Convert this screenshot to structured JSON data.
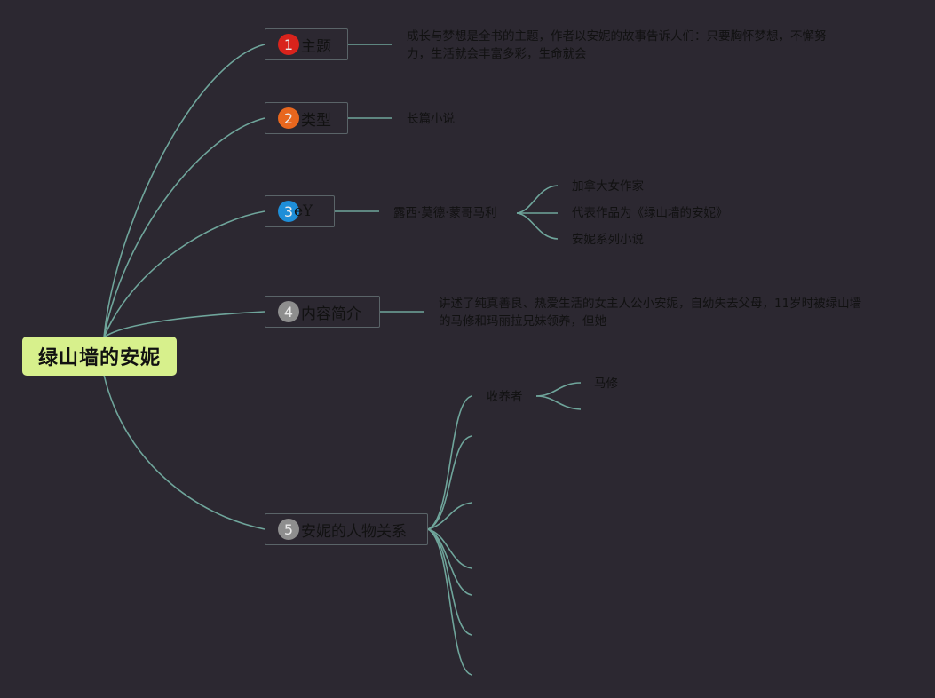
{
  "colors": {
    "background": "#2c2831",
    "root_fill": "#d7f08c",
    "link": "#6fa59b",
    "node_border": "#5a6468",
    "badge_1": "#d9231c",
    "badge_2": "#e8671e",
    "badge_3": "#1e8ed8",
    "badge_4": "#8e8e8e",
    "badge_5": "#8e8e8e"
  },
  "root": {
    "label": "绿山墙的安妮"
  },
  "branches": [
    {
      "num": "1",
      "label": "主题",
      "details": [
        "成长与梦想是全书的主题，作者以安妮的故事告诉人们：只要胸怀梦想，不懈努",
        "力，生活就会丰富多彩，生命就会"
      ]
    },
    {
      "num": "2",
      "label": "类型",
      "details": [
        "长篇小说"
      ]
    },
    {
      "num": "3",
      "label": "eY",
      "author": {
        "label": "露西·莫德·蒙哥马利",
        "children": [
          "加拿大女作家",
          "代表作品为《绿山墙的安妮》",
          "安妮系列小说"
        ]
      }
    },
    {
      "num": "4",
      "label": "内容简介",
      "details": [
        "讲述了纯真善良、热爱生活的女主人公小安妮，自幼失去父母，11岁时被绿山墙",
        "的马修和玛丽拉兄妹领养，但她"
      ]
    },
    {
      "num": "5",
      "label": "安妮的人物关系",
      "relations": [
        {
          "label": "收养者",
          "children": [
            "马修",
            ""
          ]
        },
        {
          "label": ""
        },
        {
          "label": ""
        },
        {
          "label": ""
        },
        {
          "label": ""
        },
        {
          "label": ""
        },
        {
          "label": ""
        }
      ]
    }
  ]
}
